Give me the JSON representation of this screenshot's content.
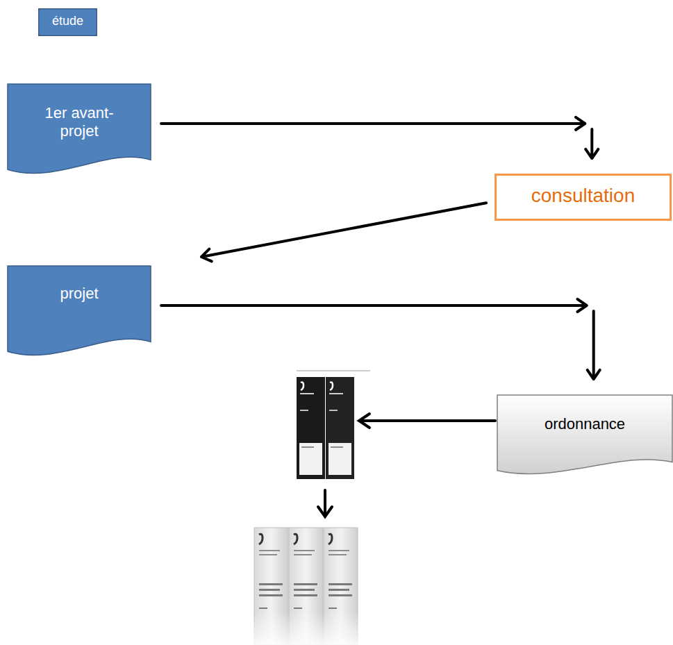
{
  "diagram": {
    "nodes": [
      {
        "text": [
          "étude"
        ]
      },
      {
        "text": [
          "1er avant-projet"
        ]
      },
      {
        "text": [
          "consultation"
        ]
      },
      {
        "text": [
          "projet"
        ]
      },
      {
        "text": [
          "ordonnance"
        ]
      }
    ],
    "edges": [
      {
        "from": 1,
        "to": 2,
        "arrow": "to"
      },
      {
        "from": 2,
        "to": 3,
        "arrow": "to"
      },
      {
        "from": 3,
        "to": 4,
        "arrow": "to"
      }
    ]
  }
}
